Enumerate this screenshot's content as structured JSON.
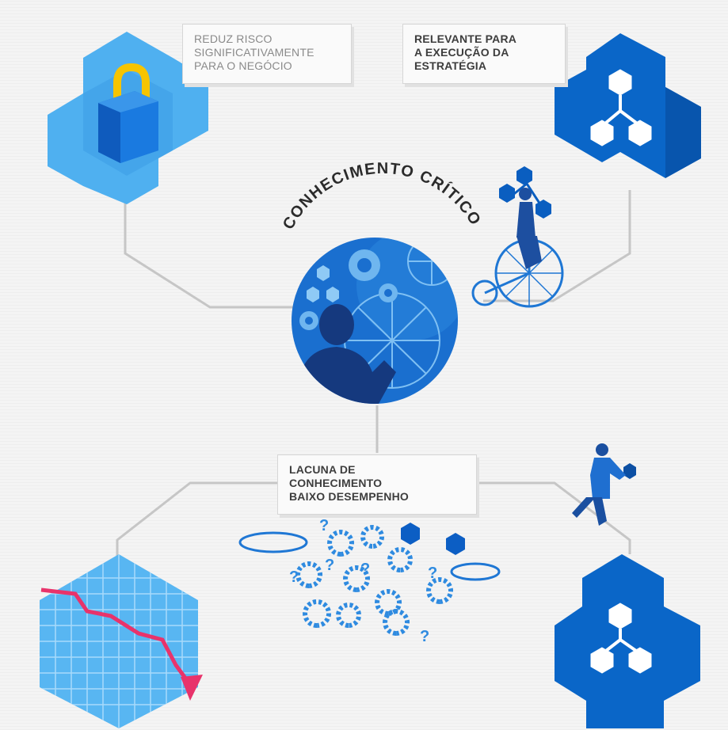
{
  "labels": {
    "risk": [
      "REDUZ RISCO",
      "SIGNIFICATIVAMENTE",
      "PARA O NEGÓCIO"
    ],
    "strategy": [
      "RELEVANTE PARA",
      "A EXECUÇÃO DA",
      "ESTRATÉGIA"
    ],
    "gap": [
      "LACUNA DE",
      "CONHECIMENTO",
      "BAIXO DESEMPENHO"
    ]
  },
  "center_title": "CONHECIMENTO CRÍTICO",
  "question_mark": "?",
  "icons": [
    "lock-icon",
    "molecule-icon",
    "chart-down-icon",
    "gear-icon",
    "wheel-icon",
    "bicycle-figure",
    "walking-figure"
  ],
  "colors": {
    "light_blue": "#49a8ea",
    "mid_blue": "#1e7fd8",
    "dark_blue": "#0c62c4",
    "navy": "#1a3f8f",
    "yellow": "#f5c400",
    "pink": "#e8336b",
    "line": "#c9c9c9"
  }
}
